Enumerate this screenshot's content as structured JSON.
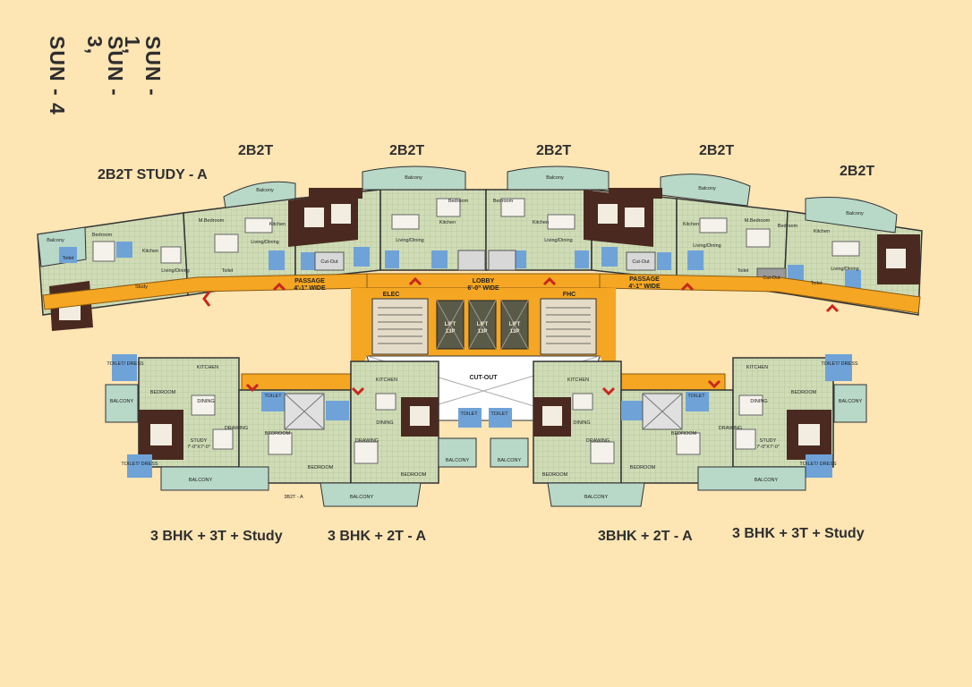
{
  "towers": [
    "SUN - 1,",
    "SUN - 3,",
    "SUN - 4"
  ],
  "unit_labels_top": [
    "2B2T STUDY - A",
    "2B2T",
    "2B2T",
    "2B2T",
    "2B2T",
    "2B2T"
  ],
  "unit_labels_bottom": [
    "3 BHK + 3T + Study",
    "3 BHK + 2T - A",
    "3BHK + 2T - A",
    "3 BHK + 3T + Study"
  ],
  "corridor_labels": {
    "passage_left": "PASSAGE",
    "passage_left_width": "4'-1\" WIDE",
    "lobby": "LOBBY",
    "lobby_width": "6'-0\" WIDE",
    "passage_right": "PASSAGE",
    "passage_right_width": "4'-1\" WIDE",
    "elec": "ELEC",
    "fhc": "FHC",
    "cutout": "CUT-OUT",
    "lift": "LIFT",
    "lift_cap": "13P"
  },
  "room_labels": {
    "balcony": "Balcony",
    "bedroom": "Bedroom",
    "m_bedroom": "M.Bedroom",
    "kitchen": "Kitchen",
    "living_dining": "Living/Dining",
    "toilet": "Toilet",
    "study": "Study",
    "balcony_caps": "BALCONY",
    "bedroom_caps": "BEDROOM",
    "dining": "DINING",
    "drawing": "DRAWING",
    "kitchen_caps": "KITCHEN",
    "toilet_caps": "TOILET",
    "toilet_dress": "TOILET/ DRESS",
    "study_caps": "STUDY",
    "study_dim": "7'-0\"X7'-0\"",
    "b2t_a": "3B2T - A",
    "cutout_small": "Cut-Out"
  },
  "colors": {
    "background": "#fde5b4",
    "room_fill": "#c9d8b0",
    "balcony_fill": "#b8d8c8",
    "corridor": "#f5a623",
    "dark_room": "#4a2a20",
    "toilet_fill": "#6fa3d8",
    "arrow": "#c8261b"
  }
}
